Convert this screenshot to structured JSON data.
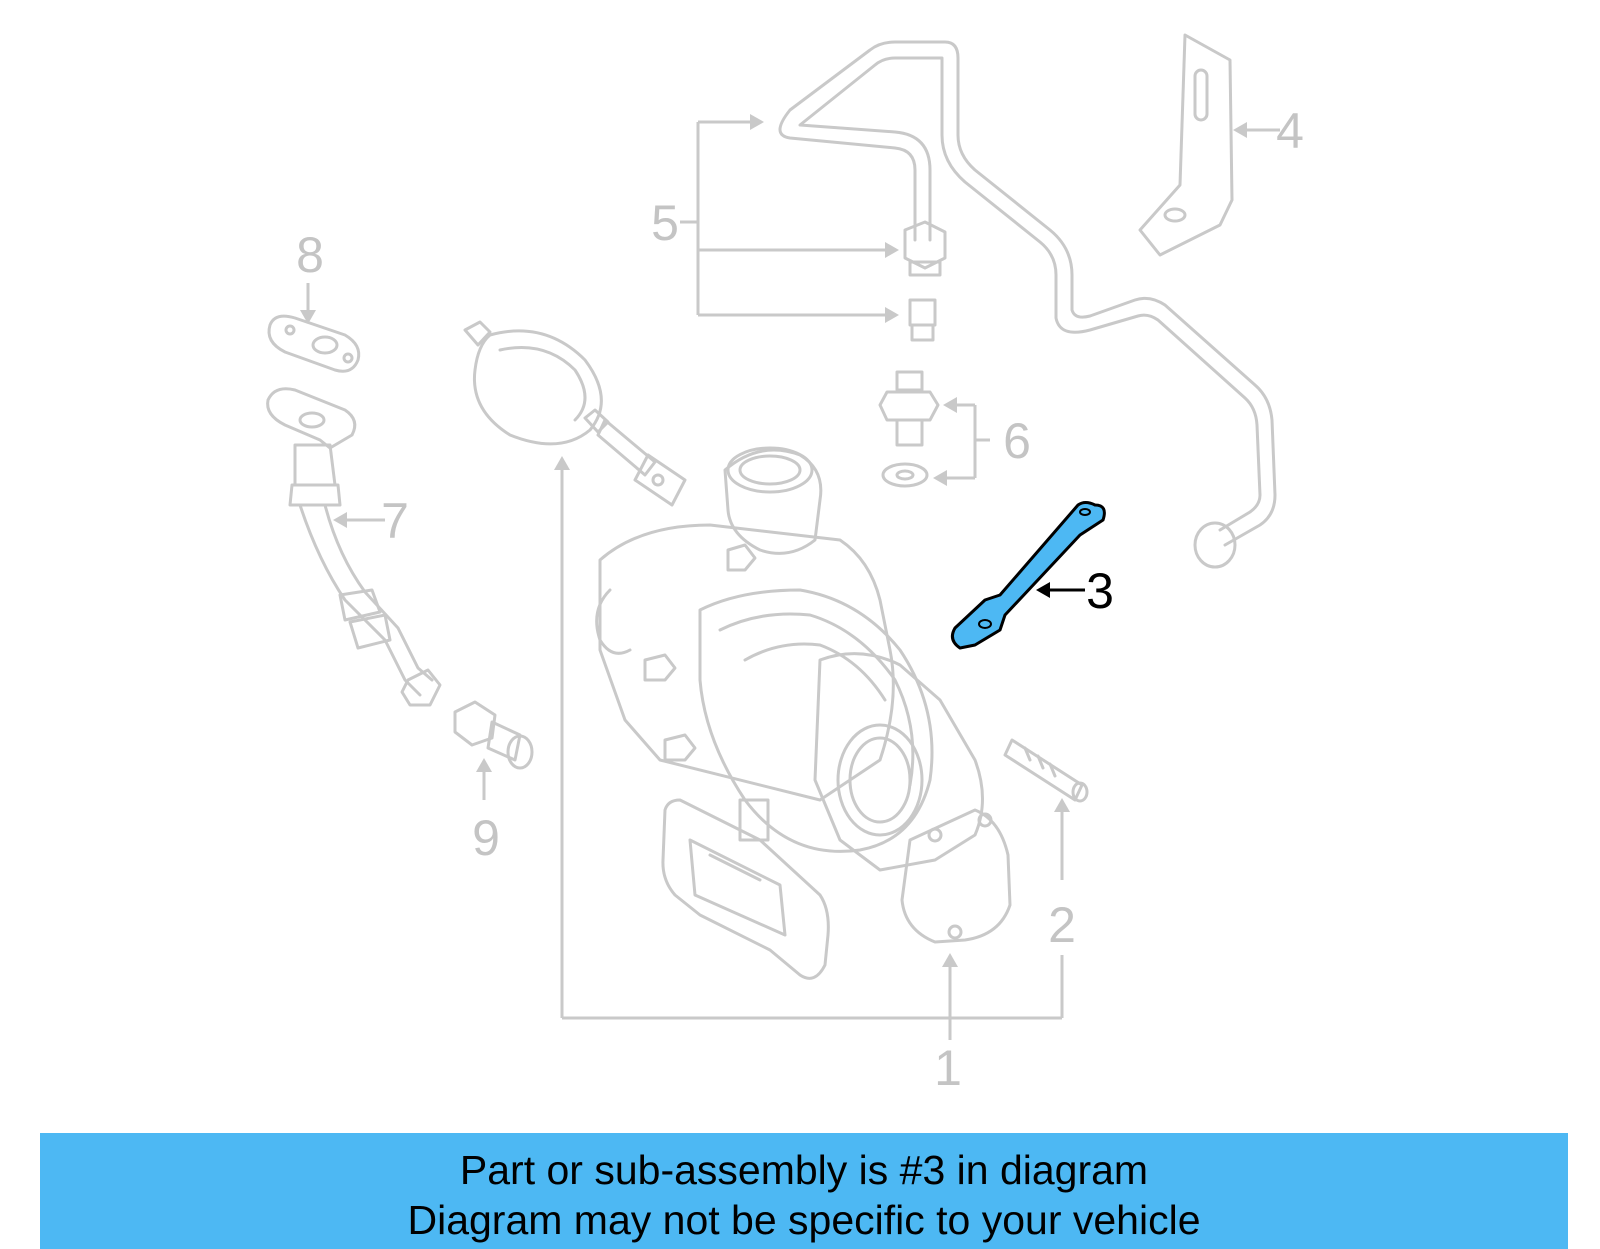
{
  "diagram": {
    "callouts": [
      "1",
      "2",
      "3",
      "4",
      "5",
      "6",
      "7",
      "8",
      "9"
    ],
    "highlighted_part": "3",
    "highlight_color": "#4db8f3",
    "line_color": "#c9c9c9"
  },
  "banner": {
    "line1": "Part or sub-assembly is #3 in diagram",
    "line2": "Diagram may not be specific to your vehicle",
    "background": "#4db8f3"
  }
}
